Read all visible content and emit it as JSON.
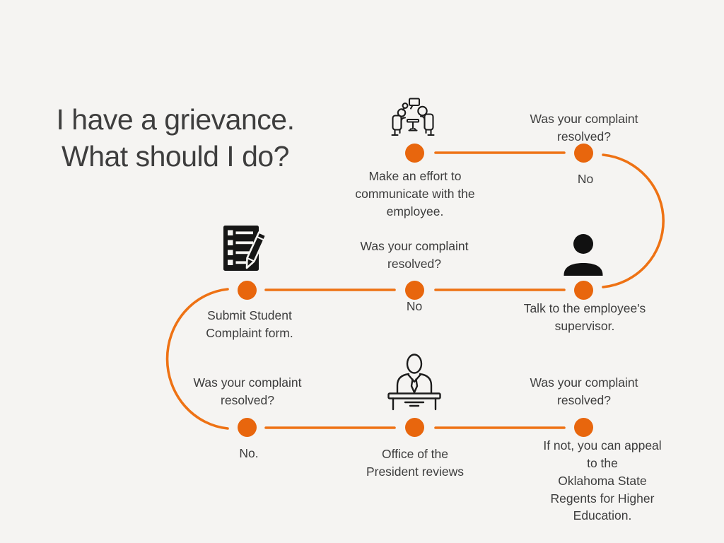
{
  "title": "I have a grievance.\nWhat should I do?",
  "colors": {
    "background": "#f5f4f2",
    "dot_orange": "#e8660d",
    "line_orange": "#ee7214",
    "text_gray": "#3d3d3d",
    "icon_black": "#161616"
  },
  "steps": {
    "communicate": {
      "label": "Make an effort to\ncommunicate with the\nemployee.",
      "icon": "meeting-icon"
    },
    "supervisor": {
      "label": "Talk to the employee's\nsupervisor.",
      "icon": "person-icon"
    },
    "submit_form": {
      "label": "Submit Student\nComplaint form.",
      "icon": "checklist-pencil-icon"
    },
    "president": {
      "label": "Office of the\nPresident reviews",
      "icon": "president-desk-icon"
    }
  },
  "questions": {
    "q1": {
      "question": "Was your complaint\nresolved?",
      "answer": "No"
    },
    "q2": {
      "question": "Was your complaint\nresolved?",
      "answer": "No"
    },
    "q3": {
      "question": "Was your complaint\nresolved?",
      "answer": "No."
    },
    "q4": {
      "question": "Was your complaint\nresolved?",
      "answer": "If not, you can appeal to the\nOklahoma State Regents for Higher\nEducation."
    }
  }
}
